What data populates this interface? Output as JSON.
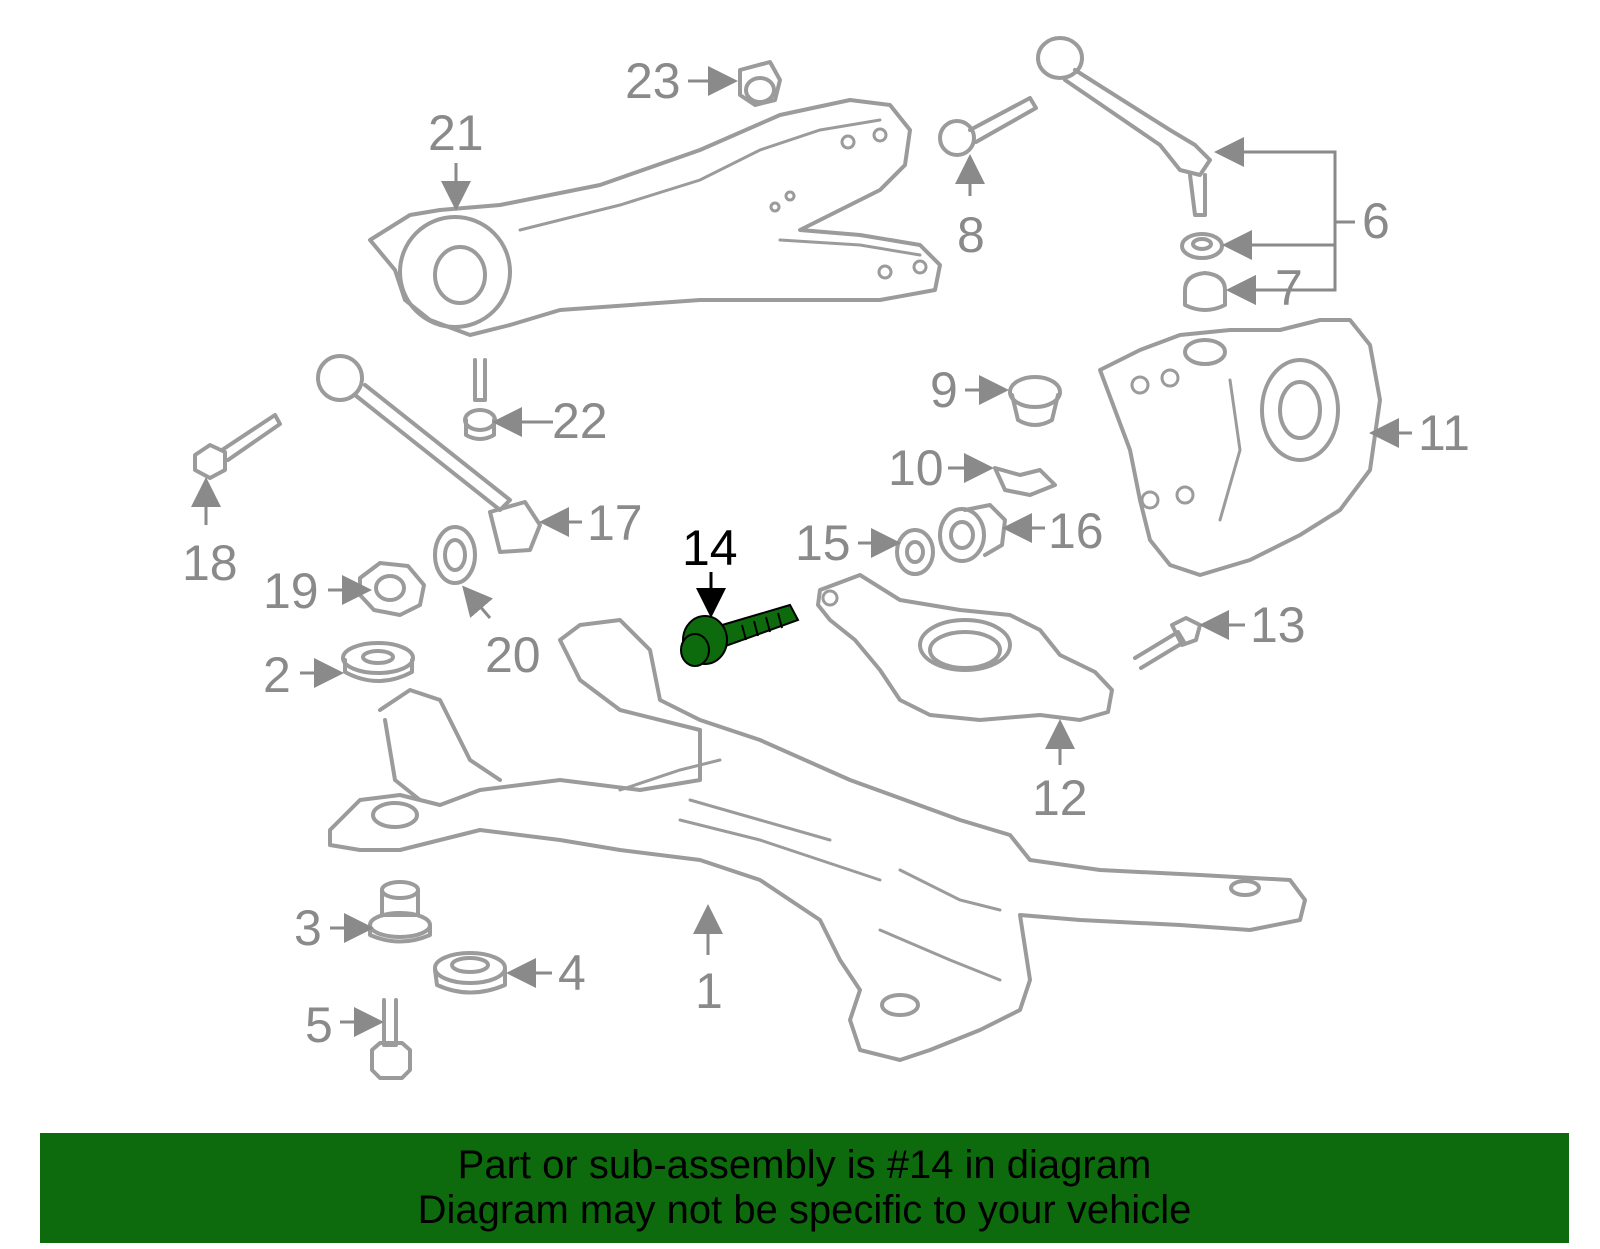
{
  "diagram": {
    "callouts": [
      "1",
      "2",
      "3",
      "4",
      "5",
      "6",
      "7",
      "8",
      "9",
      "10",
      "11",
      "12",
      "13",
      "14",
      "15",
      "16",
      "17",
      "18",
      "19",
      "20",
      "21",
      "22",
      "23"
    ],
    "highlighted_callout": "14",
    "highlight_color": "#0d6b0d",
    "part_color": "#9b9b9b"
  },
  "banner": {
    "line1": "Part or sub-assembly is #14 in diagram",
    "line2": "Diagram may not be specific to your vehicle",
    "background": "#0d6b0d"
  }
}
